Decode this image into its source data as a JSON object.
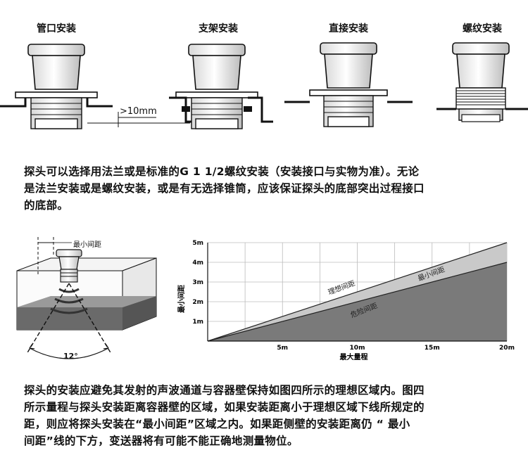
{
  "mounting": {
    "labels": [
      "管口安装",
      "支架安装",
      "直接安装",
      "螺纹安装"
    ],
    "gap_label": ">10mm"
  },
  "paragraph1": [
    "探头可以选择用法兰或是标准的G 1 1/2螺纹安装（安装接口与实物为准）。无论",
    "是法兰安装或是螺纹安装，或是有无选择锥筒，应该保证探头的底部突出过程接口",
    "的底部。"
  ],
  "left_diagram": {
    "min_distance_label": "最小间距",
    "angle_label": "12°"
  },
  "chart_data": {
    "type": "area",
    "title": "",
    "xlabel": "最大量程",
    "ylabel": "最小间距",
    "x_ticks": [
      "5m",
      "10m",
      "15m",
      "20m"
    ],
    "y_ticks": [
      "1m",
      "2m",
      "3m",
      "4m",
      "5m"
    ],
    "xlim": [
      0,
      20
    ],
    "ylim": [
      0,
      5
    ],
    "grid": true,
    "series": [
      {
        "name": "理想间距",
        "x": [
          0,
          20
        ],
        "values": [
          0,
          5
        ]
      },
      {
        "name": "最小间距",
        "x": [
          0,
          20
        ],
        "values": [
          0,
          4
        ]
      }
    ],
    "region_labels": [
      "理想间距",
      "最小间距",
      "危险间距"
    ]
  },
  "paragraph2": [
    "探头的安装应避免其发射的声波通道与容器壁保持如图四所示的理想区域内。图四",
    "所示量程与探头安装距离容器壁的区域，如果安装距离小于理想区域下线所规定的",
    "距，则应将探头安装在“最小间距”区域之内。如果距侧壁的安装距离仍 “ 最小",
    "间距”线的下方，变送器将有可能不能正确地测量物位。"
  ]
}
